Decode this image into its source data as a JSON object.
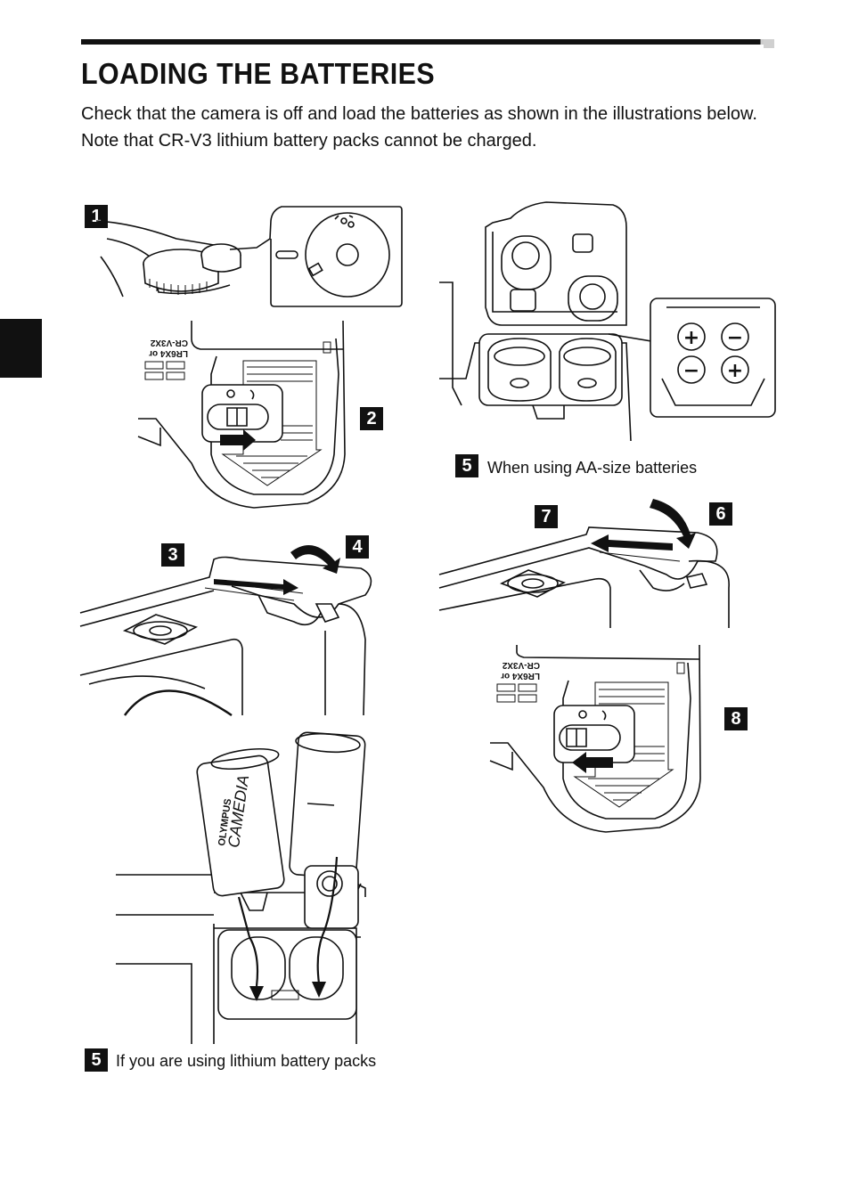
{
  "page": {
    "title": "LOADING THE BATTERIES",
    "intro": "Check that the camera is off and load the batteries as shown in the illustrations below. Note that CR-V3 lithium battery packs cannot be charged."
  },
  "steps": {
    "s1": "1",
    "s2": "2",
    "s3": "3",
    "s4": "4",
    "s5a": "5",
    "s5b": "5",
    "s6": "6",
    "s7": "7",
    "s8": "8"
  },
  "captions": {
    "aa": "When using AA-size batteries",
    "lithium": "If you are using lithium battery packs"
  },
  "labels": {
    "cover_label_1": "CR-V3X2",
    "cover_label_2": "LR6X4 or",
    "brand": "OLYMPUS",
    "product": "CAMEDIA"
  }
}
